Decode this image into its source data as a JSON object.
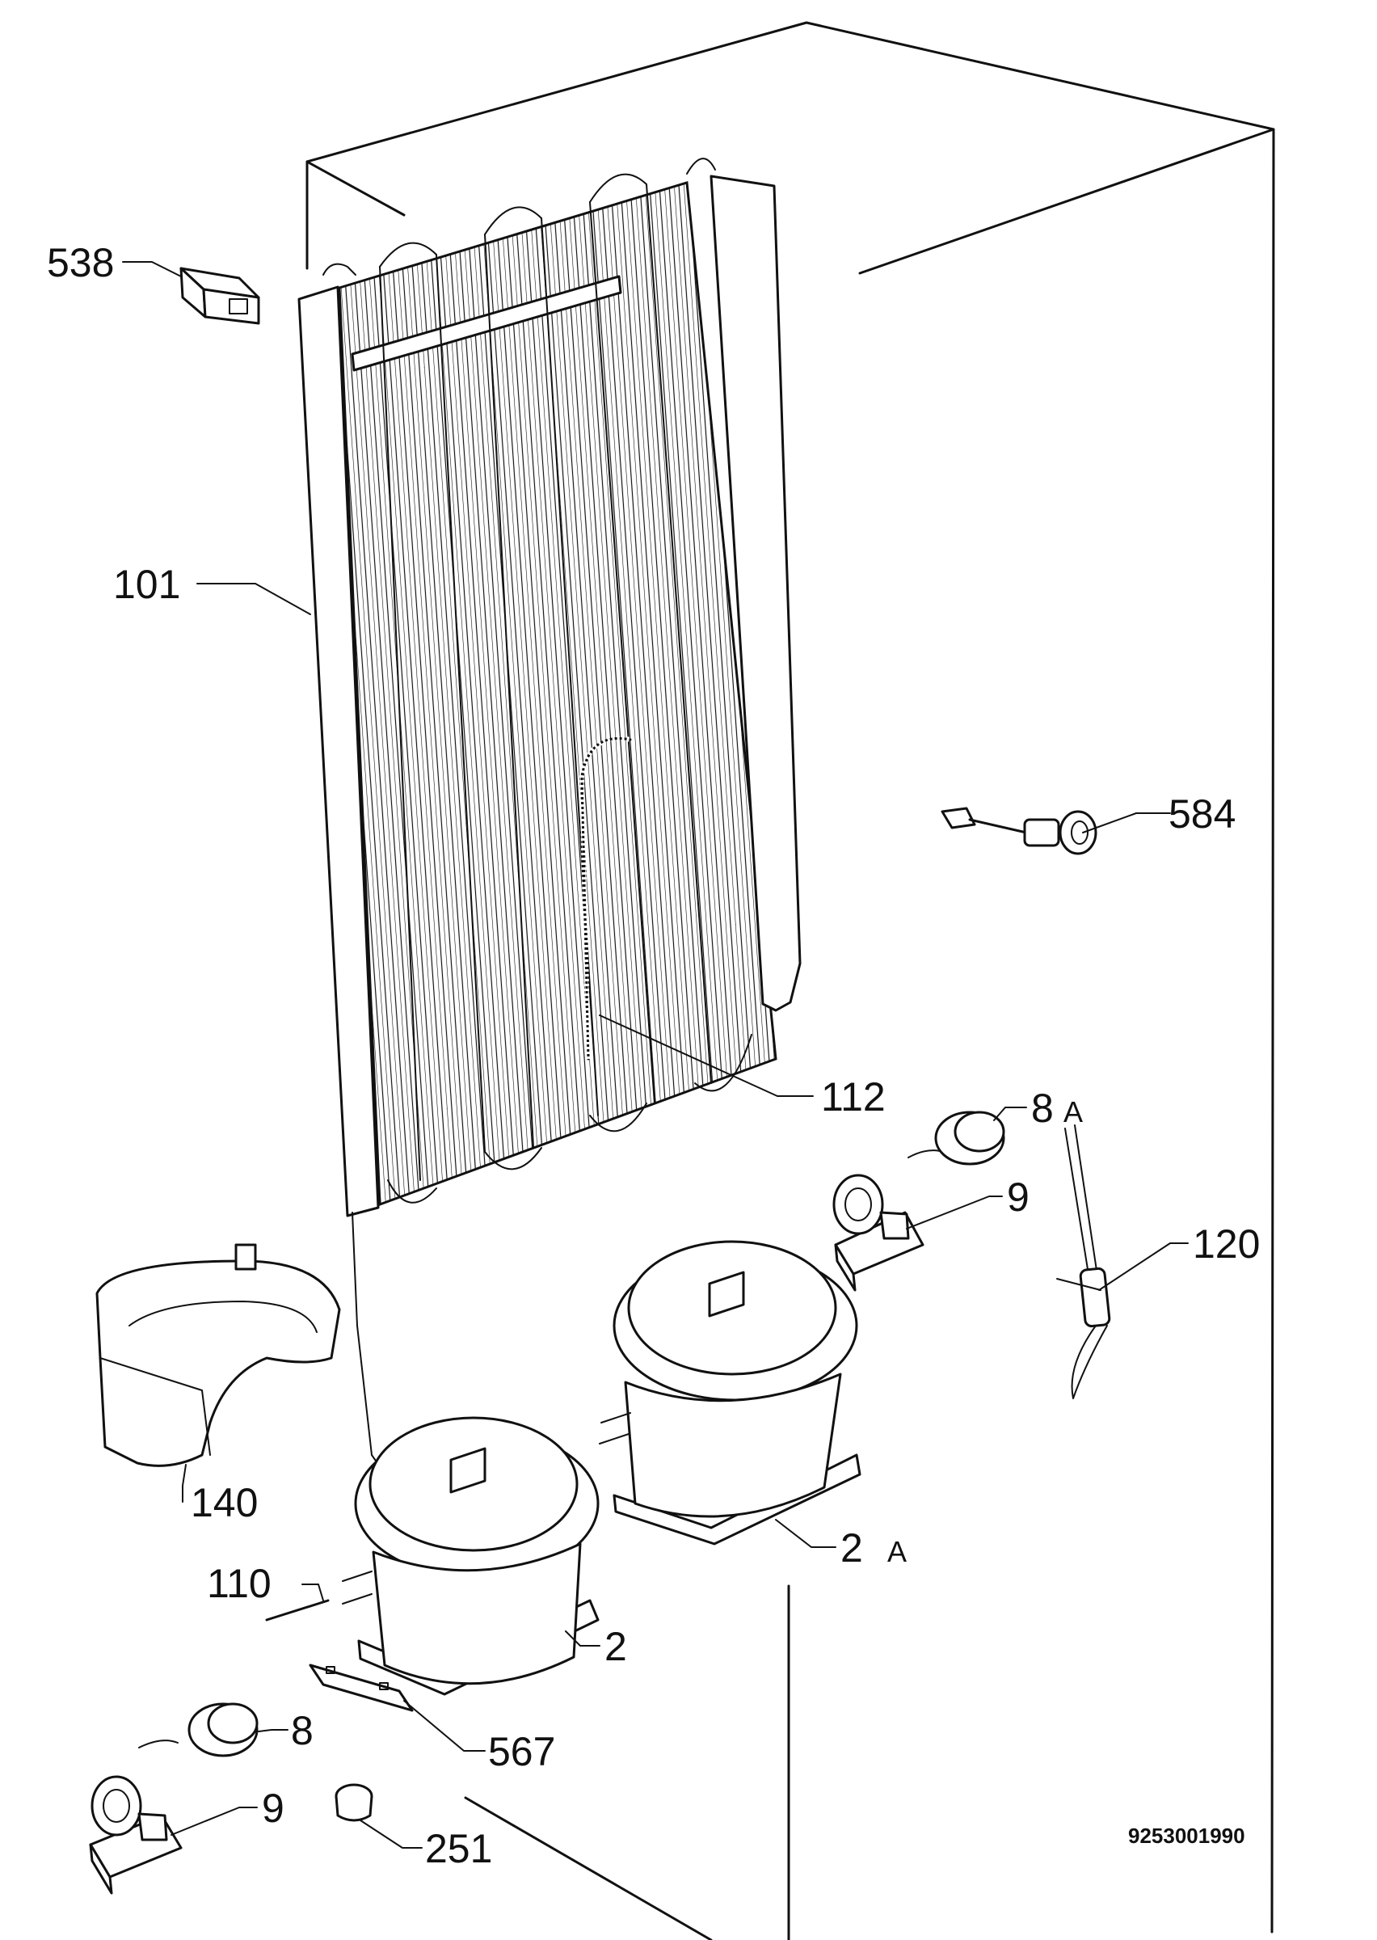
{
  "callouts": {
    "c538": "538",
    "c101": "101",
    "c584": "584",
    "c112": "112",
    "c8a": "8",
    "c8a_suffix": "A",
    "c9a": "9",
    "c120": "120",
    "c140": "140",
    "c2a": "2",
    "c2a_suffix": "A",
    "c110": "110",
    "c2": "2",
    "c8": "8",
    "c567": "567",
    "c9b": "9",
    "c251": "251"
  },
  "drawing_code": "9253001990",
  "colors": {
    "line": "#111111",
    "background": "#ffffff"
  }
}
